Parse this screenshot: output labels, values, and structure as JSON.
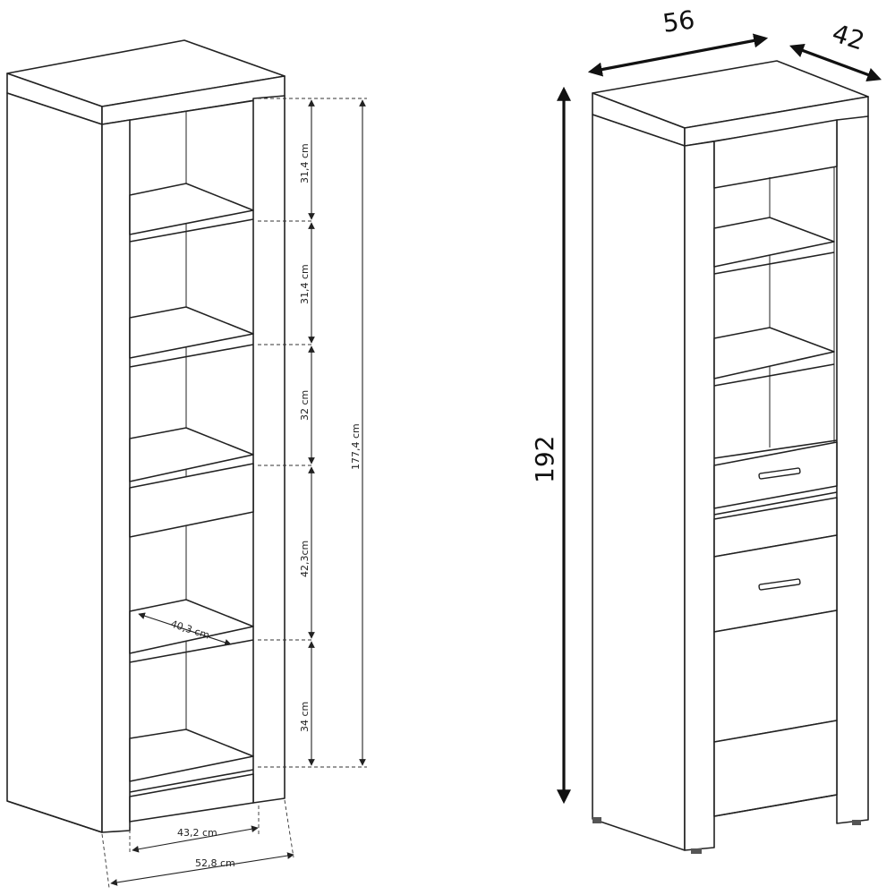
{
  "left_view": {
    "shelf_heights": [
      "31,4 cm",
      "31,4 cm",
      "32 cm",
      "42,3cm",
      "34 cm"
    ],
    "total_inner_height": "177,4 cm",
    "shelf_depth": "40,3 cm",
    "inner_width": "43,2 cm",
    "outer_width": "52,8 cm"
  },
  "right_view": {
    "width": "56",
    "depth": "42",
    "height": "192"
  }
}
